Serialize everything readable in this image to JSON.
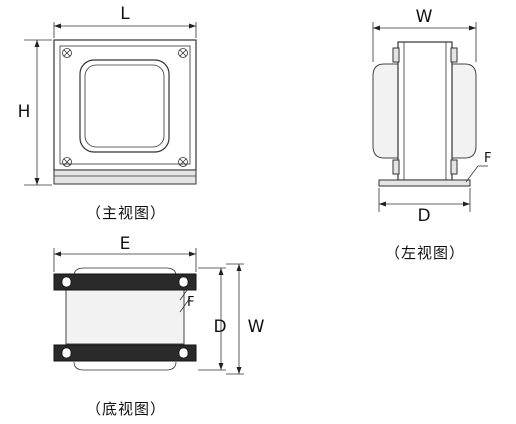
{
  "views": {
    "front": {
      "caption": "（主视图）",
      "dim_width": "L",
      "dim_height": "H"
    },
    "side": {
      "caption": "（左视图）",
      "dim_width": "W",
      "dim_depth": "D",
      "dim_foot": "F"
    },
    "bottom": {
      "caption": "（底视图）",
      "dim_width": "E",
      "dim_depth": "D",
      "dim_total": "W",
      "dim_foot": "F"
    }
  },
  "colors": {
    "line": "#222222",
    "shade": "#e4e4e4",
    "strap": "#2a2a2a"
  }
}
